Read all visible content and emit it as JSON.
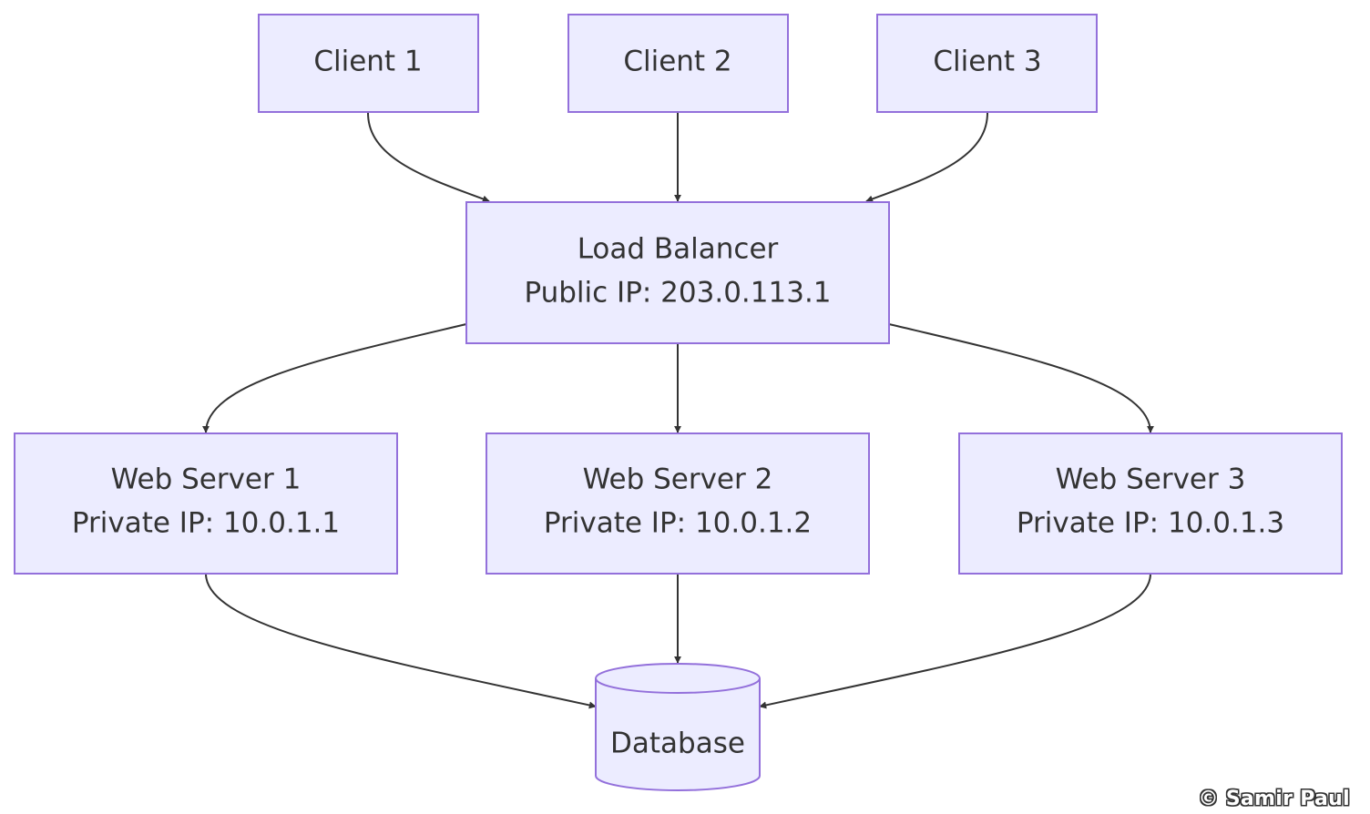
{
  "nodes": {
    "client1": {
      "label": "Client 1"
    },
    "client2": {
      "label": "Client 2"
    },
    "client3": {
      "label": "Client 3"
    },
    "load_balancer": {
      "line1": "Load Balancer",
      "line2": "Public IP: 203.0.113.1"
    },
    "web1": {
      "line1": "Web Server 1",
      "line2": "Private IP: 10.0.1.1"
    },
    "web2": {
      "line1": "Web Server 2",
      "line2": "Private IP: 10.0.1.2"
    },
    "web3": {
      "line1": "Web Server 3",
      "line2": "Private IP: 10.0.1.3"
    },
    "database": {
      "label": "Database"
    }
  },
  "credit": "© Samir Paul",
  "colors": {
    "node_fill": "#ECECFF",
    "node_stroke": "#9370DB",
    "edge": "#333333",
    "text": "#333333"
  }
}
